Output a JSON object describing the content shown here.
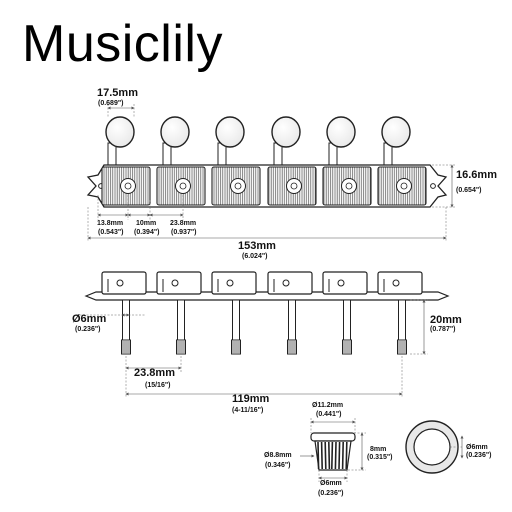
{
  "brand": "Musiclily",
  "top_view": {
    "button_width": {
      "mm": "17.5mm",
      "in": "(0.689\")"
    },
    "plate_height": {
      "mm": "16.6mm",
      "in": "(0.654\")"
    },
    "edge_to_post": {
      "mm": "13.8mm",
      "in": "(0.543\")"
    },
    "post_to_gap": {
      "mm": "10mm",
      "in": "(0.394\")"
    },
    "post_spacing": {
      "mm": "23.8mm",
      "in": "(0.937\")"
    },
    "total_length": {
      "mm": "153mm",
      "in": "(6.024\")"
    }
  },
  "side_view": {
    "post_diameter": {
      "mm": "Ø6mm",
      "in": "(0.236\")"
    },
    "post_height": {
      "mm": "20mm",
      "in": "(0.787\")"
    },
    "post_spacing": {
      "mm": "23.8mm",
      "in": "(15/16\")"
    },
    "span": {
      "mm": "119mm",
      "in": "(4-11/16\")"
    }
  },
  "bushing": {
    "top_diameter": {
      "mm": "Ø11.2mm",
      "in": "(0.441\")"
    },
    "body_diameter": {
      "mm": "Ø8.8mm",
      "in": "(0.346\")"
    },
    "height": {
      "mm": "8mm",
      "in": "(0.315\")"
    },
    "bottom_diameter": {
      "mm": "Ø6mm",
      "in": "(0.236\")"
    },
    "inner_diameter": {
      "mm": "Ø6mm",
      "in": "(0.236\")"
    }
  },
  "icon": "sealed-bushing-icon"
}
